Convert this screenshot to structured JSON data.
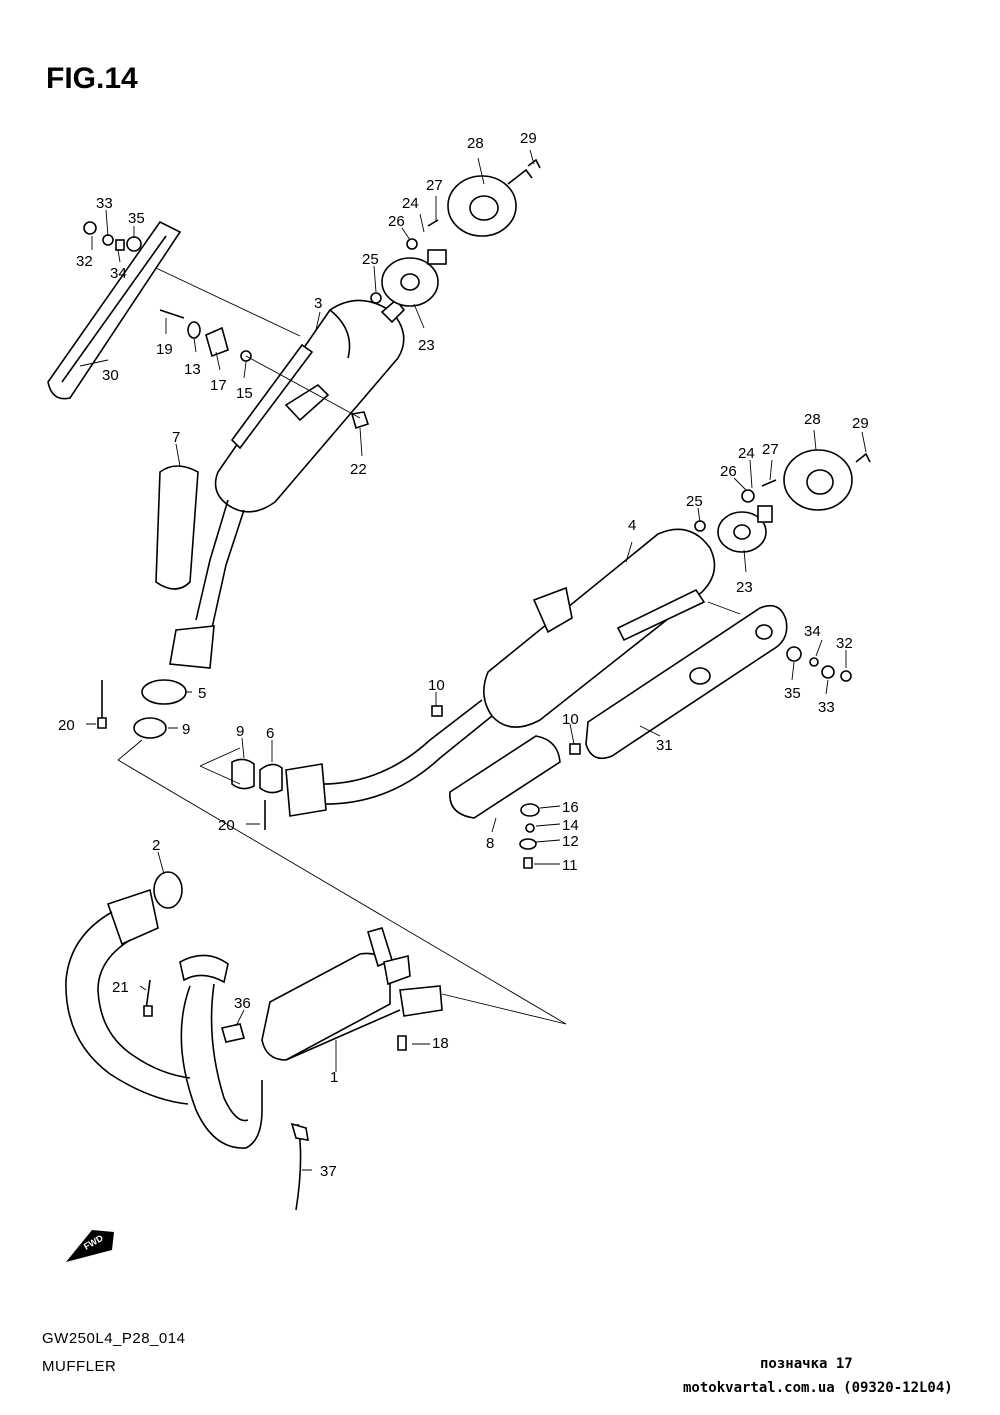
{
  "figure": {
    "title": "FIG.14",
    "code": "GW250L4_P28_014",
    "name": "MUFFLER",
    "fwd_label": "FWD"
  },
  "stamp": {
    "mark": "позначка 17",
    "site": "motokvartal.com.ua (09320-12L04)"
  },
  "callouts": [
    {
      "n": "28"
    },
    {
      "n": "29"
    },
    {
      "n": "33"
    },
    {
      "n": "35"
    },
    {
      "n": "27"
    },
    {
      "n": "24"
    },
    {
      "n": "26"
    },
    {
      "n": "32"
    },
    {
      "n": "34"
    },
    {
      "n": "25"
    },
    {
      "n": "3"
    },
    {
      "n": "19"
    },
    {
      "n": "23"
    },
    {
      "n": "30"
    },
    {
      "n": "13"
    },
    {
      "n": "17"
    },
    {
      "n": "15"
    },
    {
      "n": "7"
    },
    {
      "n": "22"
    },
    {
      "n": "28"
    },
    {
      "n": "29"
    },
    {
      "n": "24"
    },
    {
      "n": "27"
    },
    {
      "n": "26"
    },
    {
      "n": "25"
    },
    {
      "n": "4"
    },
    {
      "n": "23"
    },
    {
      "n": "34"
    },
    {
      "n": "32"
    },
    {
      "n": "5"
    },
    {
      "n": "10"
    },
    {
      "n": "35"
    },
    {
      "n": "33"
    },
    {
      "n": "20"
    },
    {
      "n": "9"
    },
    {
      "n": "10"
    },
    {
      "n": "9"
    },
    {
      "n": "6"
    },
    {
      "n": "31"
    },
    {
      "n": "16"
    },
    {
      "n": "14"
    },
    {
      "n": "20"
    },
    {
      "n": "12"
    },
    {
      "n": "8"
    },
    {
      "n": "11"
    },
    {
      "n": "2"
    },
    {
      "n": "21"
    },
    {
      "n": "36"
    },
    {
      "n": "18"
    },
    {
      "n": "1"
    },
    {
      "n": "37"
    }
  ]
}
